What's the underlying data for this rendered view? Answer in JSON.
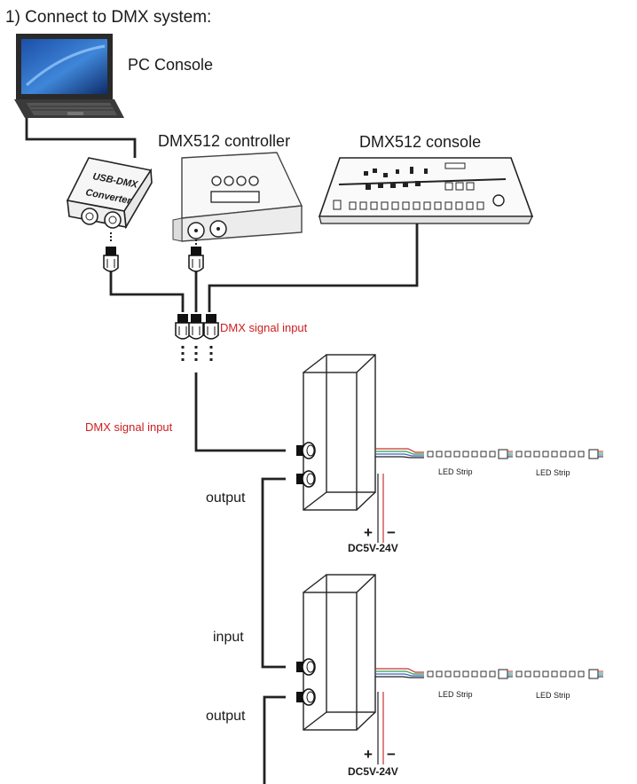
{
  "title": "1) Connect to DMX system:",
  "devices": {
    "pc": "PC  Console",
    "usb_dmx": {
      "line1": "USB-DMX",
      "line2": "Converter"
    },
    "controller": "DMX512 controller",
    "console": "DMX512 console"
  },
  "labels": {
    "signal_input_top": "DMX signal input",
    "signal_input_side": "DMX signal input",
    "output_1": "output",
    "input_2": "input",
    "output_2": "output"
  },
  "decoders": [
    {
      "strip_labels": [
        "LED Strip",
        "LED Strip"
      ],
      "plus": "+",
      "minus": "−",
      "power": "DC5V-24V"
    },
    {
      "strip_labels": [
        "LED Strip",
        "LED Strip"
      ],
      "plus": "+",
      "minus": "−",
      "power": "DC5V-24V"
    }
  ],
  "colors": {
    "line": "#222222",
    "label_red": "#cc1e1e",
    "wire_red": "#c83232",
    "wire_green": "#2e9e48",
    "wire_blue": "#3a64c8"
  }
}
